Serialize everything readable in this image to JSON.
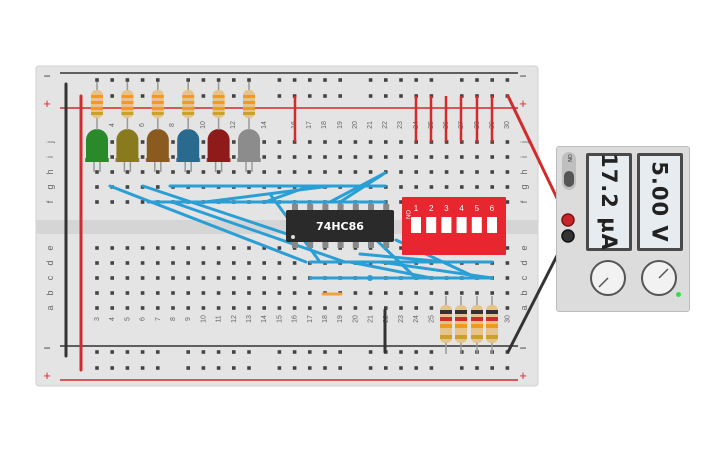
{
  "breadboard": {
    "row_letters": [
      "j",
      "i",
      "h",
      "g",
      "f",
      "e",
      "d",
      "c",
      "b",
      "a"
    ],
    "top_column_numbers": [
      "4",
      "6",
      "8",
      "10",
      "12",
      "14",
      "16",
      "17",
      "18",
      "19",
      "20",
      "21",
      "22",
      "23",
      "24",
      "25",
      "26",
      "27",
      "28",
      "29",
      "30"
    ],
    "bottom_column_numbers": [
      "3",
      "4",
      "5",
      "6",
      "7",
      "8",
      "9",
      "10",
      "11",
      "12",
      "13",
      "14",
      "15",
      "16",
      "17",
      "18",
      "19",
      "20",
      "21",
      "22",
      "23",
      "24",
      "25",
      "26",
      "27",
      "28",
      "29",
      "30"
    ],
    "rail_minus": "−",
    "rail_plus": "+"
  },
  "chip": {
    "label": "74HC86"
  },
  "dip_switch": {
    "on_label": "ON",
    "positions": [
      "1",
      "2",
      "3",
      "4",
      "5",
      "6"
    ]
  },
  "leds": [
    {
      "color": "#2a8a2a"
    },
    {
      "color": "#8a7a1e"
    },
    {
      "color": "#8b5a1e"
    },
    {
      "color": "#2a6a8e"
    },
    {
      "color": "#8e1a1a"
    },
    {
      "color": "#8c8c8c"
    }
  ],
  "power_supply": {
    "current_reading": "17.2 µA",
    "voltage_reading": "5.00 V",
    "on_label": "ON"
  },
  "colors": {
    "board": "#e4e4e4",
    "rail_red": "#d12b2b",
    "rail_black": "#333333",
    "wire_blue": "#2a9fd6",
    "switch_red": "#e8262f"
  }
}
